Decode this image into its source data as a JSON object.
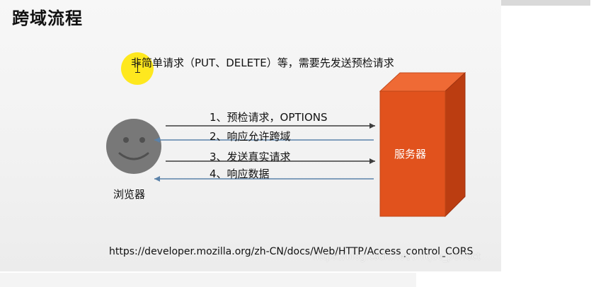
{
  "slide": {
    "title": "跨域流程",
    "subtitle": "非简单请求（PUT、DELETE）等，需要先发送预检请求",
    "browser_label": "浏览器",
    "server_label": "服务器",
    "steps": [
      "1、预检请求，OPTIONS",
      "2、响应允许跨域",
      "3、发送真实请求",
      "4、响应数据"
    ],
    "url": "https://developer.mozilla.org/zh-CN/docs/Web/HTTP/Access_control_CORS",
    "watermark": "https://blog.csdn.net/unique_perfect"
  },
  "colors": {
    "server_front": "#e1521d",
    "server_top": "#ef6a35",
    "server_side": "#bb3d11",
    "face": "#787878",
    "request_arrow": "#3d3d3d",
    "response_arrow": "#5b82a9",
    "highlight": "#ffe600"
  },
  "icons": {
    "browser": "smiley-face-icon",
    "server": "server-box-icon",
    "cursor": "mouse-cursor-highlight-icon"
  }
}
